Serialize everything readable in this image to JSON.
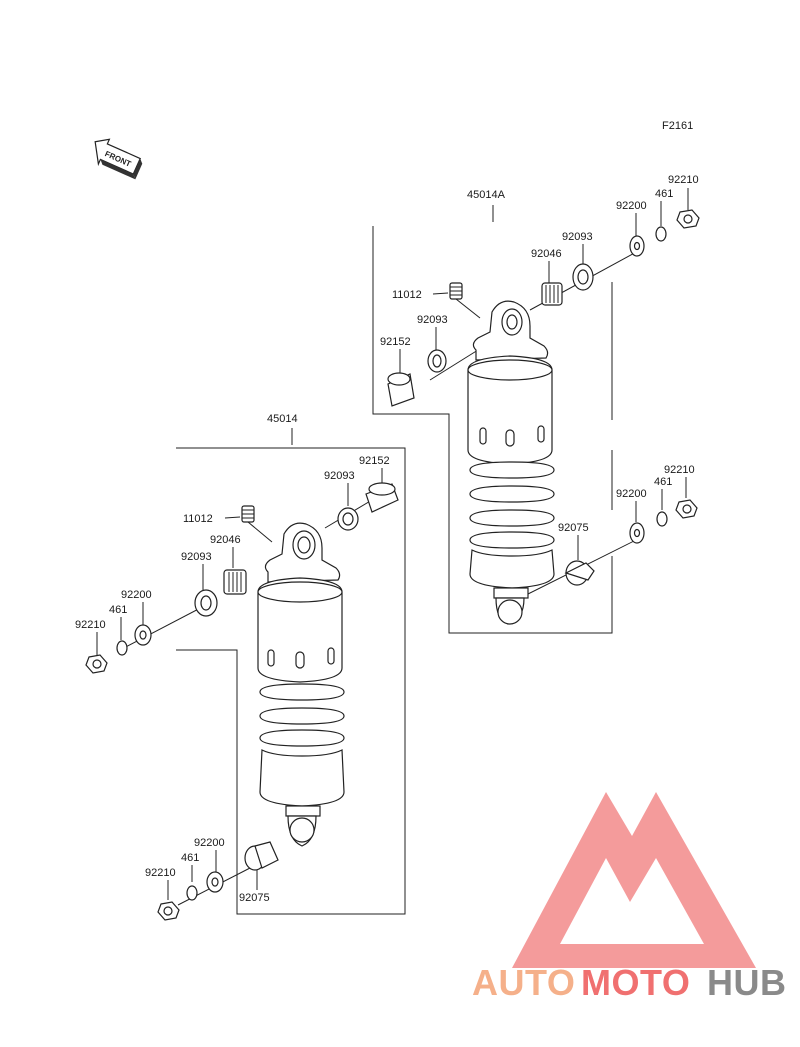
{
  "figure_code": "F2161",
  "front_arrow_text": "FRONT",
  "assemblies": {
    "upper": {
      "id": "45014A",
      "labels": {
        "p92210": "92210",
        "p461": "461",
        "p92200": "92200",
        "p92093a": "92093",
        "p92046": "92046",
        "p11012": "11012",
        "p92093b": "92093",
        "p92152": "92152",
        "p92210b": "92210",
        "p461b": "461",
        "p92200b": "92200",
        "p92075": "92075"
      }
    },
    "lower": {
      "id": "45014",
      "labels": {
        "p92152": "92152",
        "p92093a": "92093",
        "p11012": "11012",
        "p92046": "92046",
        "p92093b": "92093",
        "p92200": "92200",
        "p461": "461",
        "p92210": "92210",
        "p92200b": "92200",
        "p461b": "461",
        "p92210b": "92210",
        "p92075": "92075"
      }
    }
  },
  "watermark": {
    "word_part1": "AUTO",
    "word_part2": "MOTO",
    "word_part3": "HUB",
    "color_auto": "#f5b08a",
    "color_moto": "#f07070",
    "color_hub": "#8a8a8a",
    "triangle_color": "#f28a8a"
  }
}
